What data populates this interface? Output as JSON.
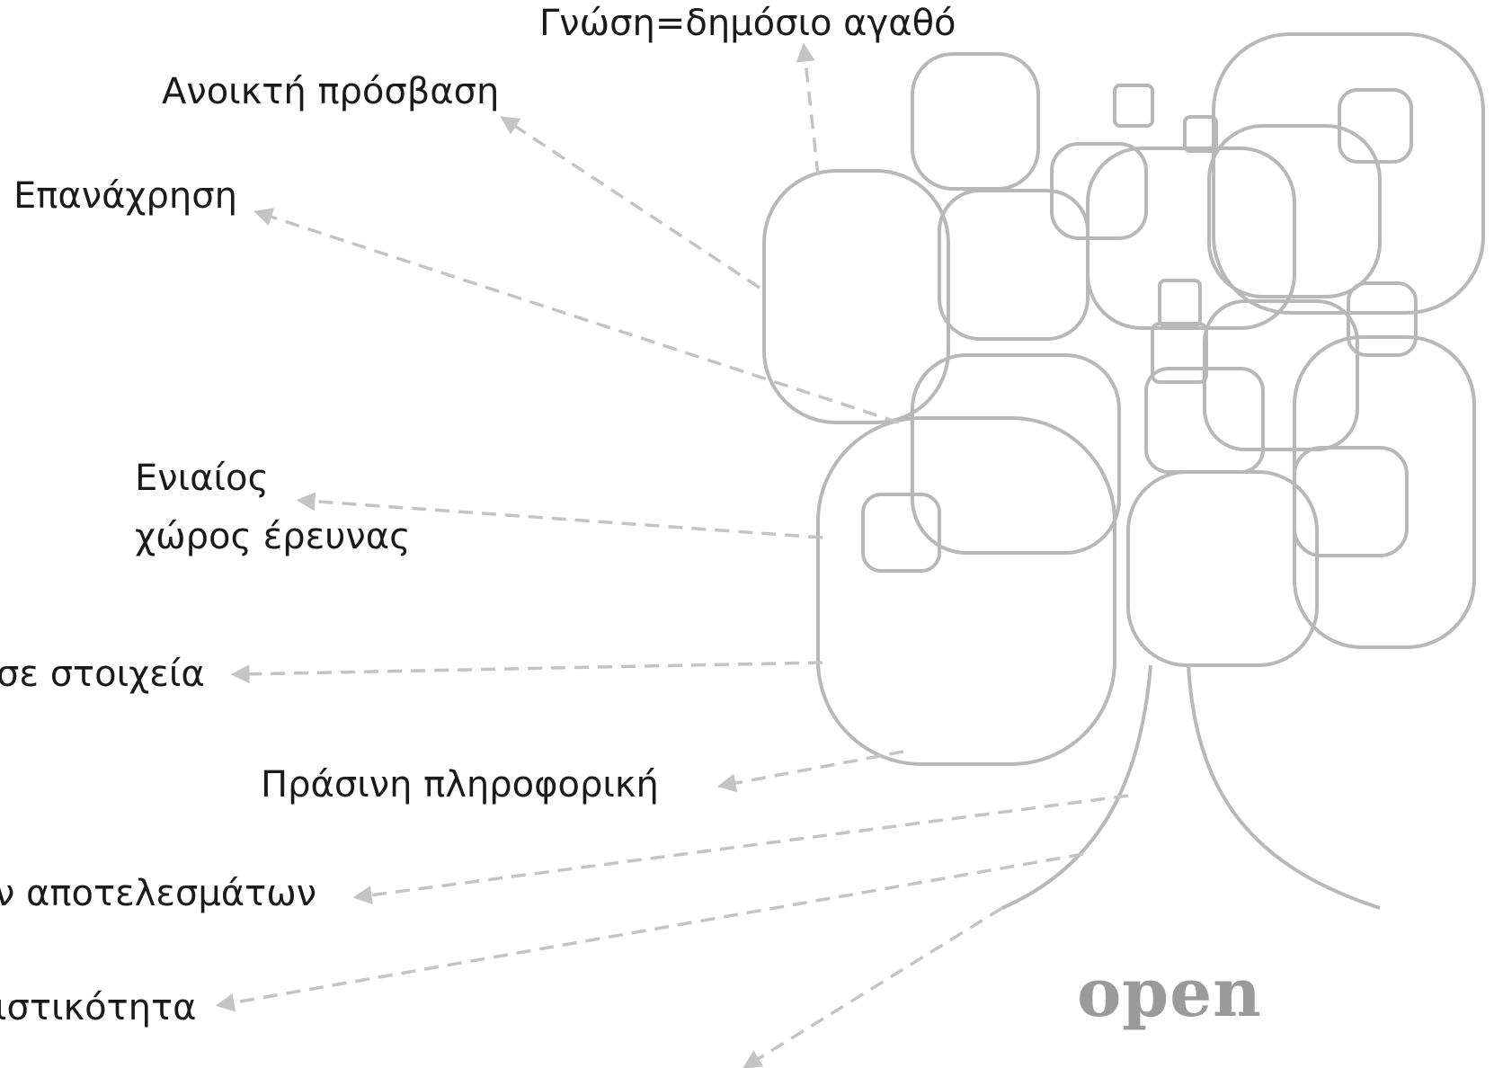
{
  "labels": {
    "public_good": "Γνώση=δημόσιο αγαθό",
    "open_access": "Ανοικτή πρόσβαση",
    "reuse": "Επανάχρηση",
    "era_line1": "Ενιαίος",
    "era_line2": "χώρος έρευνας",
    "data": "σε στοιχεία",
    "green_it": "Πράσινη πληροφορική",
    "results": "ν αποτελεσμάτων",
    "innovation": "ιστικότητα"
  },
  "logo": {
    "text": "open"
  },
  "colors": {
    "tree_stroke": "#b8b8b8",
    "arrow": "#c4c4c4",
    "text": "#1a1a1a",
    "logo": "#9a9a9a"
  }
}
